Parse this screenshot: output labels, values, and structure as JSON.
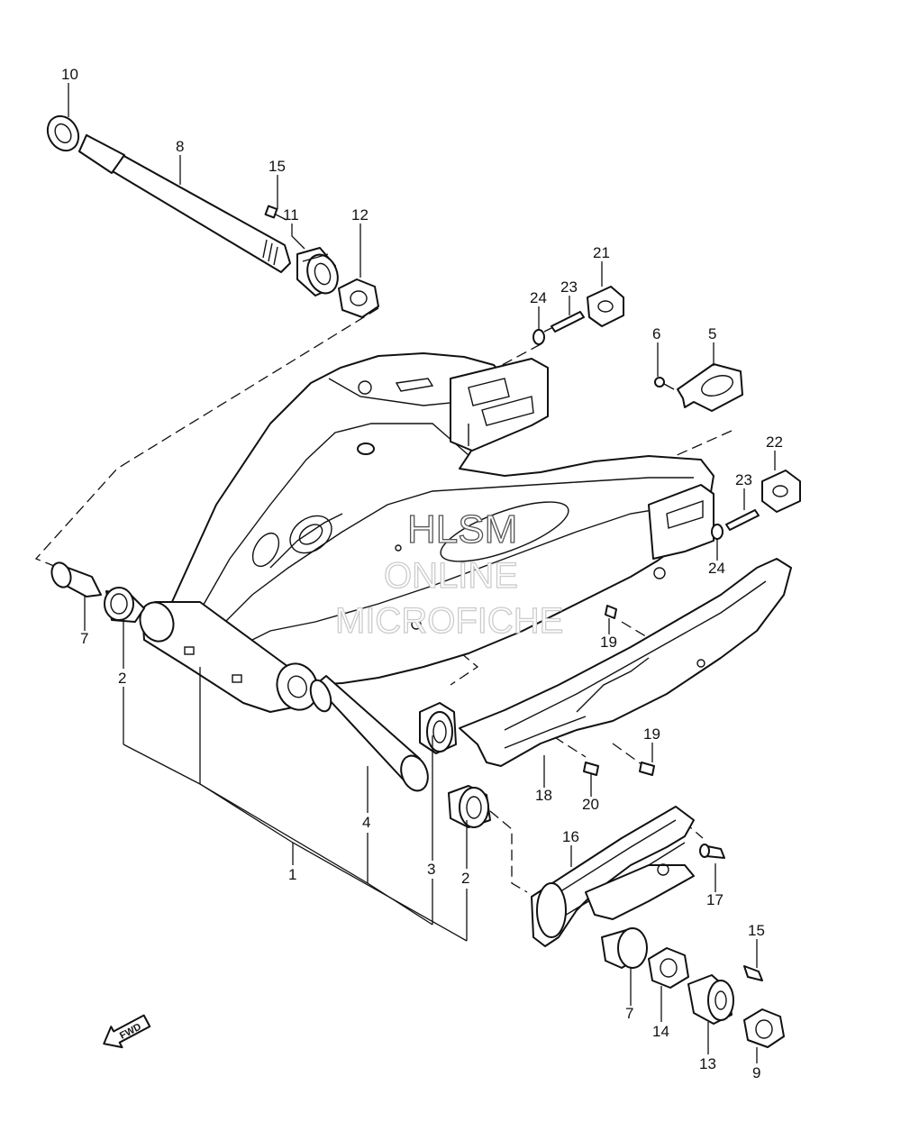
{
  "watermark": {
    "line1": "HLSM",
    "line2": "ONLINE",
    "line3": "MICROFICHE"
  },
  "fwd_arrow": {
    "label": "FWD",
    "icon": "fwd-arrow-icon"
  },
  "callouts": {
    "c1": "1",
    "c2a": "2",
    "c2b": "2",
    "c3": "3",
    "c4": "4",
    "c5": "5",
    "c6": "6",
    "c7a": "7",
    "c7b": "7",
    "c8": "8",
    "c9": "9",
    "c10": "10",
    "c11": "11",
    "c12": "12",
    "c13": "13",
    "c14": "14",
    "c15a": "15",
    "c15b": "15",
    "c16": "16",
    "c17": "17",
    "c18": "18",
    "c19a": "19",
    "c19b": "19",
    "c20": "20",
    "c21": "21",
    "c22": "22",
    "c23a": "23",
    "c23b": "23",
    "c24a": "24",
    "c24b": "24"
  }
}
